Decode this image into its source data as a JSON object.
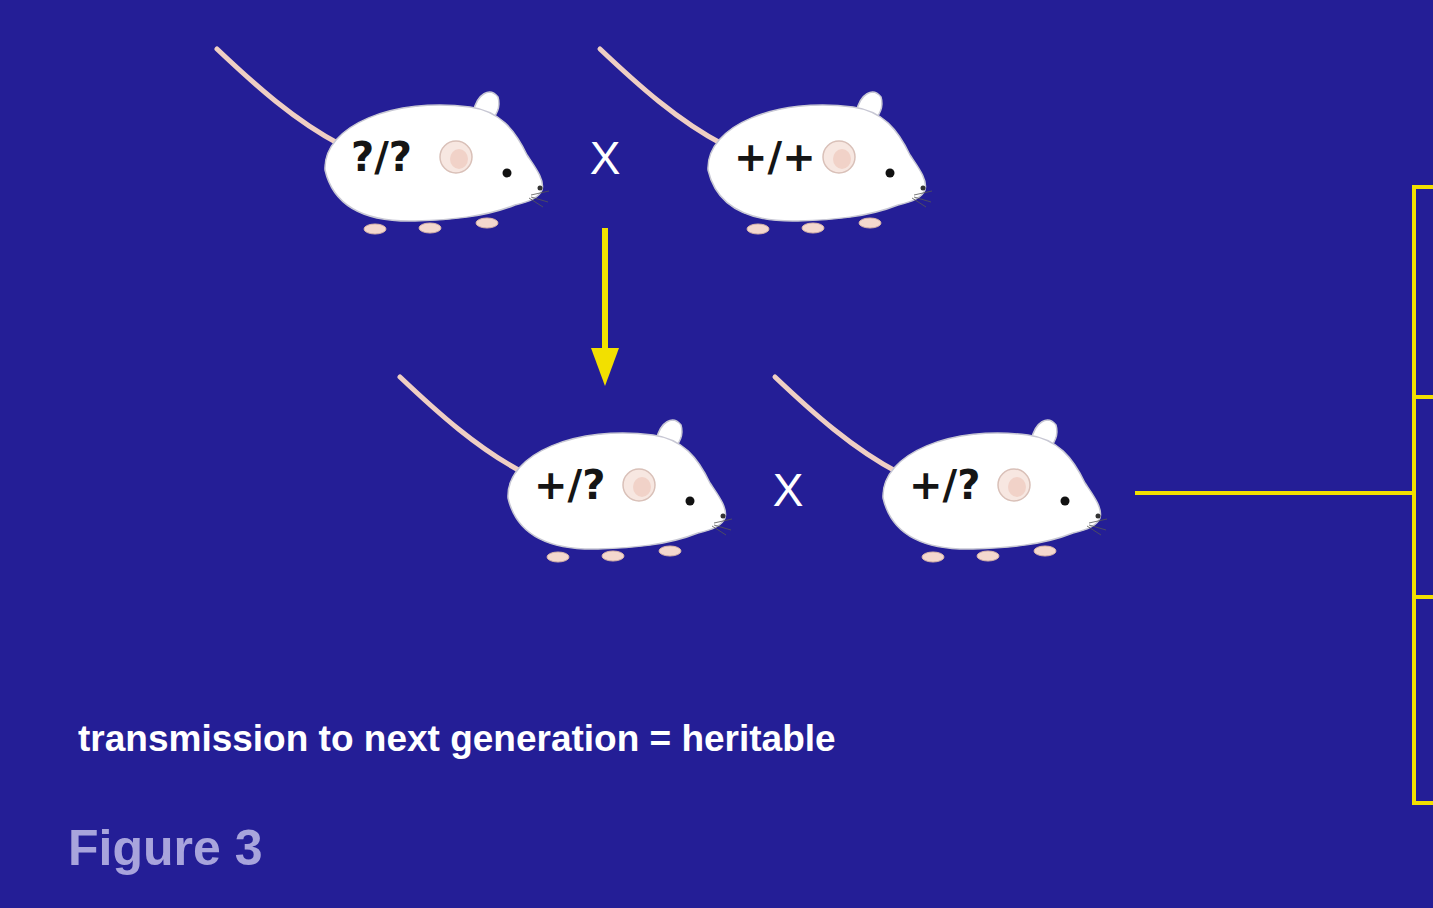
{
  "diagram": {
    "caption": "Figure 3",
    "nodes": [
      {
        "text": [
          "?/?"
        ]
      },
      {
        "text": [
          "+/+"
        ]
      },
      {
        "text": [
          "+/?"
        ]
      },
      {
        "text": [
          "+/?"
        ]
      }
    ],
    "labels": [
      "X",
      "X",
      "transmission to next generation = heritable"
    ]
  }
}
